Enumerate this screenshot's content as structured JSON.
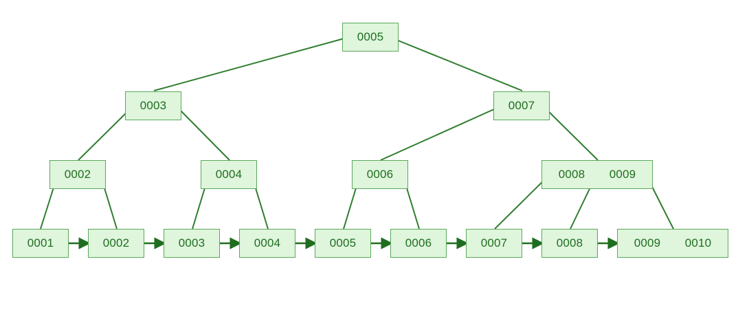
{
  "colors": {
    "line": "#2f7d2f",
    "node_fill": "#dff5dc",
    "node_border": "#5aa85a",
    "text": "#1f6e1f",
    "arrow": "#1f6e1f"
  },
  "tree": {
    "root": {
      "keys": [
        "0005"
      ]
    },
    "level2": [
      {
        "keys": [
          "0003"
        ]
      },
      {
        "keys": [
          "0007"
        ]
      }
    ],
    "level3": [
      {
        "keys": [
          "0002"
        ]
      },
      {
        "keys": [
          "0004"
        ]
      },
      {
        "keys": [
          "0006"
        ]
      },
      {
        "keys": [
          "0008",
          "0009"
        ]
      }
    ],
    "leaves": [
      {
        "keys": [
          "0001"
        ]
      },
      {
        "keys": [
          "0002"
        ]
      },
      {
        "keys": [
          "0003"
        ]
      },
      {
        "keys": [
          "0004"
        ]
      },
      {
        "keys": [
          "0005"
        ]
      },
      {
        "keys": [
          "0006"
        ]
      },
      {
        "keys": [
          "0007"
        ]
      },
      {
        "keys": [
          "0008"
        ]
      },
      {
        "keys": [
          "0009",
          "0010"
        ]
      }
    ]
  }
}
